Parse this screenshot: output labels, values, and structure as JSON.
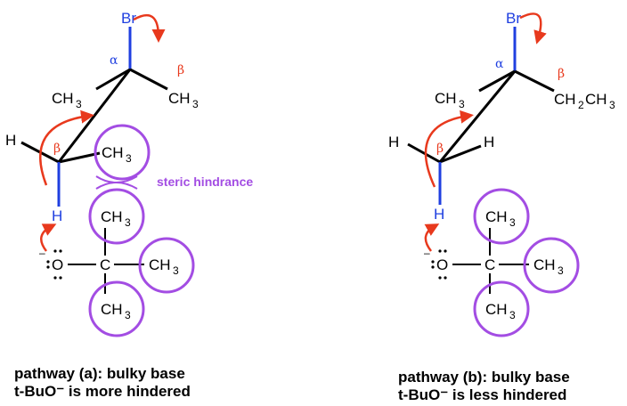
{
  "colors": {
    "bond": "#000000",
    "blue": "#1f3fe0",
    "red": "#e8391d",
    "purple": "#a34de3"
  },
  "labels": {
    "br": "Br",
    "alpha": "α",
    "beta": "β",
    "ch3": "CH",
    "sub3": "3",
    "sub2": "2",
    "h": "H",
    "c": "C",
    "o": "O",
    "minus": "–",
    "ch2": "CH",
    "steric": "steric hindrance"
  },
  "caption_a": {
    "line1": "pathway (a): bulky base",
    "line2": "t-BuO⁻ is more hindered"
  },
  "caption_b": {
    "line1": "pathway (b): bulky base",
    "line2": "t-BuO⁻ is less hindered"
  }
}
